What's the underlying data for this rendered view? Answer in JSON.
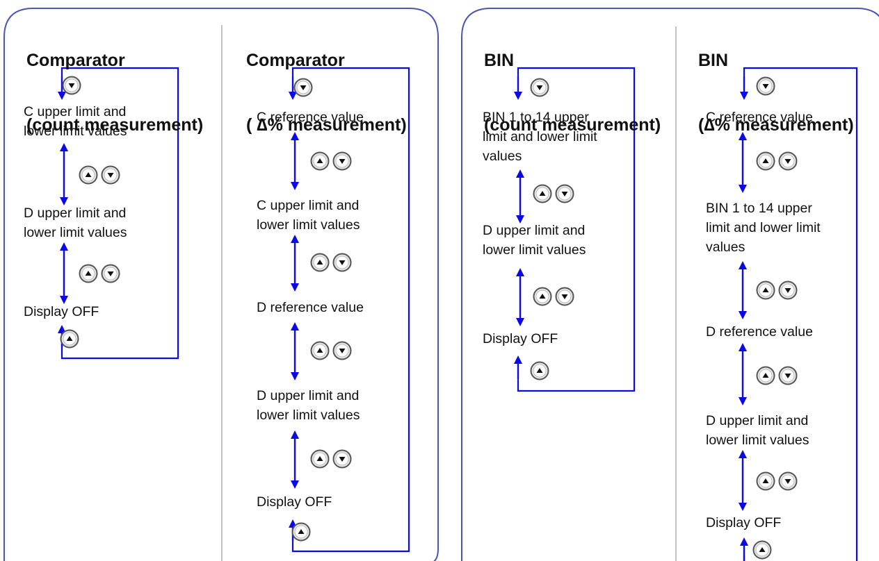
{
  "panels": [
    {
      "columns": [
        {
          "title_line1": "Comparator",
          "title_line2": "(count measurement)",
          "steps": [
            "C upper limit and\nlower limit values",
            "D upper limit and\nlower limit values",
            "Display OFF"
          ]
        },
        {
          "title_line1": "Comparator",
          "title_line2": "( ∆% measurement)",
          "steps": [
            "C reference value",
            "C upper limit and\nlower limit values",
            "D reference value",
            "D upper limit and\nlower limit values",
            "Display OFF"
          ]
        }
      ]
    },
    {
      "columns": [
        {
          "title_line1": "BIN",
          "title_line2": "(count measurement)",
          "steps": [
            "BIN 1 to 14 upper\nlimit and lower limit\nvalues",
            "D upper limit and\nlower limit values",
            "Display OFF"
          ]
        },
        {
          "title_line1": "BIN",
          "title_line2": "(∆% measurement)",
          "steps": [
            "C reference value",
            "BIN 1 to 14 upper\nlimit and lower limit\nvalues",
            "D reference value",
            "D upper limit and\nlower limit values",
            "Display OFF"
          ]
        }
      ]
    }
  ],
  "icons": {
    "up_key": "up-key-icon",
    "down_key": "down-key-icon",
    "arrow": "double-arrow-icon"
  },
  "colors": {
    "arrow": "#0a0ae6",
    "panel_border": "#4a55b8",
    "key_ring": "#555555"
  }
}
